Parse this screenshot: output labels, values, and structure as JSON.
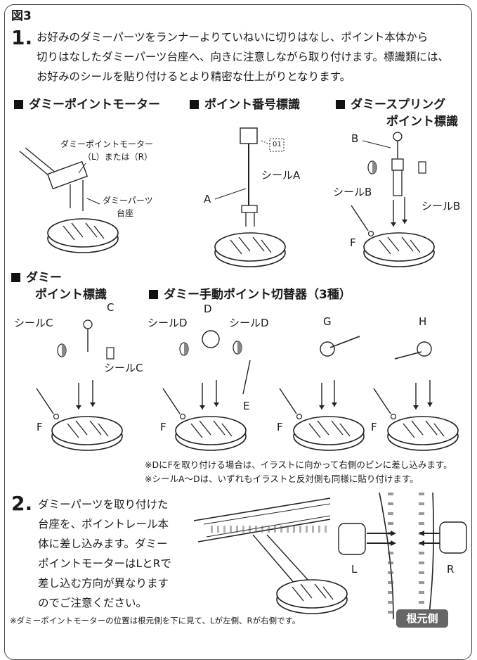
{
  "figure_title": "図3",
  "step1": {
    "number": "1.",
    "lines": [
      "お好みのダミーパーツをランナーよりていねいに切りはなし、ポイント本体から",
      "切りはなしたダミーパーツ台座へ、向きに注意しながら取り付けます。標識類には、",
      "お好みのシールを貼り付けるとより精密な仕上がりとなります。"
    ]
  },
  "sections": {
    "motor": "ダミーポイントモーター",
    "number_sign": "ポイント番号標識",
    "spring_line1": "ダミースプリング",
    "spring_line2": "ポイント標識",
    "dummy_line1": "ダミー",
    "dummy_line2": "ポイント標識",
    "manual": "ダミー手動ポイント切替器（3種）"
  },
  "labels": {
    "motor_part_line1": "ダミーポイントモーター",
    "motor_part_line2": "（L）または（R）",
    "base_line1": "ダミーパーツ",
    "base_line2": "台座",
    "seal_a": "シールA",
    "sign_plate": "01",
    "a": "A",
    "b": "B",
    "seal_b_left": "シールB",
    "seal_b_right": "シールB",
    "f1": "F",
    "c": "C",
    "seal_c_left": "シールC",
    "seal_c_right": "シールC",
    "f2": "F",
    "d": "D",
    "seal_d_left": "シールD",
    "seal_d_right": "シールD",
    "e": "E",
    "f3": "F",
    "g": "G",
    "f4": "F",
    "h": "H",
    "f5": "F",
    "l": "L",
    "r": "R"
  },
  "notes": [
    "※DにFを取り付ける場合は、イラストに向かって右側のピンに差し込みます。",
    "※シールA～Dは、いずれもイラストと反対側も同様に貼り付けます。"
  ],
  "step2": {
    "number": "2.",
    "lines": [
      "ダミーパーツを取り付けた",
      "台座を、ポイントレール本",
      "体に差し込みます。ダミー",
      "ポイントモーターはLとRで",
      "差し込む方向が異なります",
      "のでご注意ください。"
    ]
  },
  "footer_note": "※ダミーポイントモーターの位置は根元側を下に見て、Lが左側、Rが右側です。",
  "badge": "根元側"
}
